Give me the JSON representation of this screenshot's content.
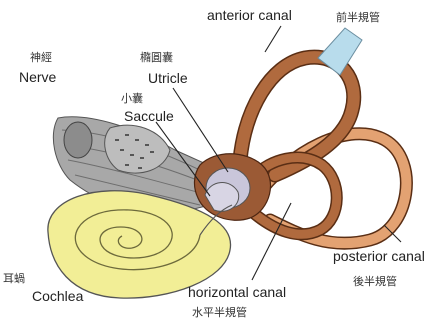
{
  "labels": {
    "anterior_canal_en": "anterior canal",
    "anterior_canal_zh": "前半規管",
    "nerve_zh": "神經",
    "nerve_en": "Nerve",
    "utricle_zh": "橢圓囊",
    "utricle_en": "Utricle",
    "saccule_zh": "小囊",
    "saccule_en": "Saccule",
    "posterior_canal_en": "posterior canal",
    "posterior_canal_zh": "後半規管",
    "cochlea_zh": "耳蝸",
    "cochlea_en": "Cochlea",
    "horizontal_canal_en": "horizontal canal",
    "horizontal_canal_zh": "水平半規管"
  },
  "colors": {
    "canal": "#b06a3e",
    "canal_outline": "#5a2e14",
    "canal_light": "#e3a272",
    "membrane": "#b8dcec",
    "cochlea": "#f2ee96",
    "cochlea_outline": "#555555",
    "nerve": "#9a9a9a",
    "utricle": "#c9c6da",
    "leader": "#222222"
  }
}
